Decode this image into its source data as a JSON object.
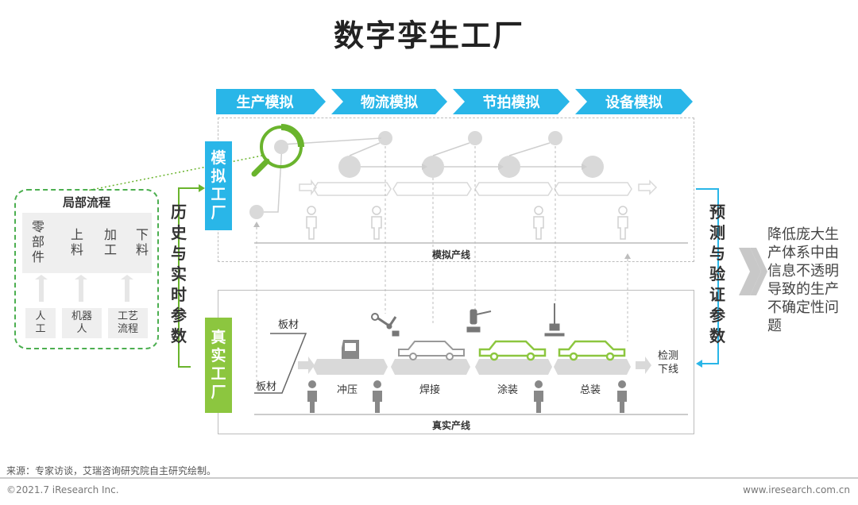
{
  "title": "数字孪生工厂",
  "top_steps": [
    "生产模拟",
    "物流模拟",
    "节拍模拟",
    "设备模拟"
  ],
  "sim_factory_label": [
    "模",
    "拟",
    "工",
    "厂"
  ],
  "real_factory_label": [
    "真",
    "实",
    "工",
    "厂"
  ],
  "history_label": [
    "历",
    "史",
    "与",
    "实",
    "时",
    "参",
    "数"
  ],
  "predict_label": [
    "预",
    "测",
    "与",
    "验",
    "证",
    "参",
    "数"
  ],
  "local_process": {
    "title": "局部流程",
    "steps": [
      [
        "零",
        "部",
        "件"
      ],
      [
        "上",
        "料"
      ],
      [
        "加",
        "工"
      ],
      [
        "下",
        "料"
      ]
    ],
    "inputs": [
      [
        "人",
        "工"
      ],
      [
        "机器",
        "人"
      ],
      [
        "工艺",
        "流程"
      ]
    ]
  },
  "sim_line_label": "模拟产线",
  "real_line_label": "真实产线",
  "real_stations": {
    "sheet_top": "板材",
    "sheet_left": "板材",
    "stamping": "冲压",
    "welding": "焊接",
    "painting": "涂装",
    "assembly": "总装",
    "inspection": [
      "检测",
      "下线"
    ]
  },
  "result_text": [
    "降低庞大生",
    "产体系中由",
    "信息不透明",
    "导致的生产",
    "不确定性问",
    "题"
  ],
  "source": "来源：专家访谈，艾瑞咨询研究院自主研究绘制。",
  "footer_left": "©2021.7 iResearch Inc.",
  "footer_right": "www.iresearch.com.cn",
  "colors": {
    "blue": "#29b6e8",
    "green": "#8cc63f",
    "grey_shape": "#d9d9d9"
  }
}
